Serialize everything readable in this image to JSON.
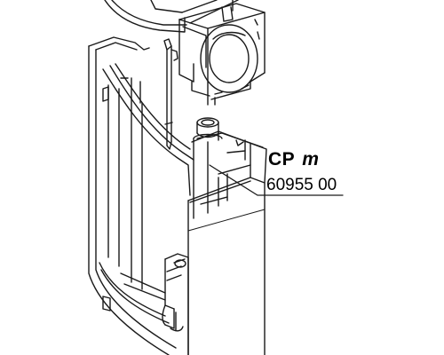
{
  "part_label": {
    "name": "CP",
    "variant": "m",
    "number": "60955 00"
  },
  "colors": {
    "line": "#1a1a1a",
    "background": "#ffffff"
  }
}
